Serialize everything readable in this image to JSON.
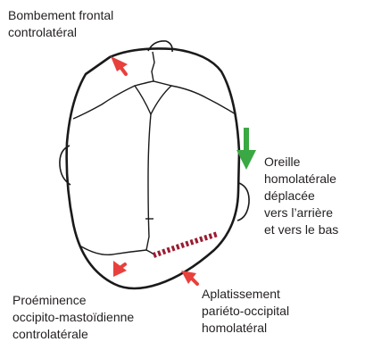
{
  "labels": {
    "frontal": [
      "Bombement frontal",
      "controlatéral"
    ],
    "oreille": [
      "Oreille",
      "homolatérale",
      "déplacée",
      "vers l’arrière",
      "et vers le bas"
    ],
    "proeminence": [
      "Proéminence",
      "occipito-mastoïdienne",
      "controlatérale"
    ],
    "aplatissement": [
      "Aplatissement",
      "pariéto-occipital",
      "homolatéral"
    ]
  },
  "colors": {
    "outline": "#1a1a1a",
    "red_arrow": "#e8403c",
    "green_arrow": "#3aa843",
    "flat_zone": "#9b1b30",
    "text": "#231f20"
  }
}
